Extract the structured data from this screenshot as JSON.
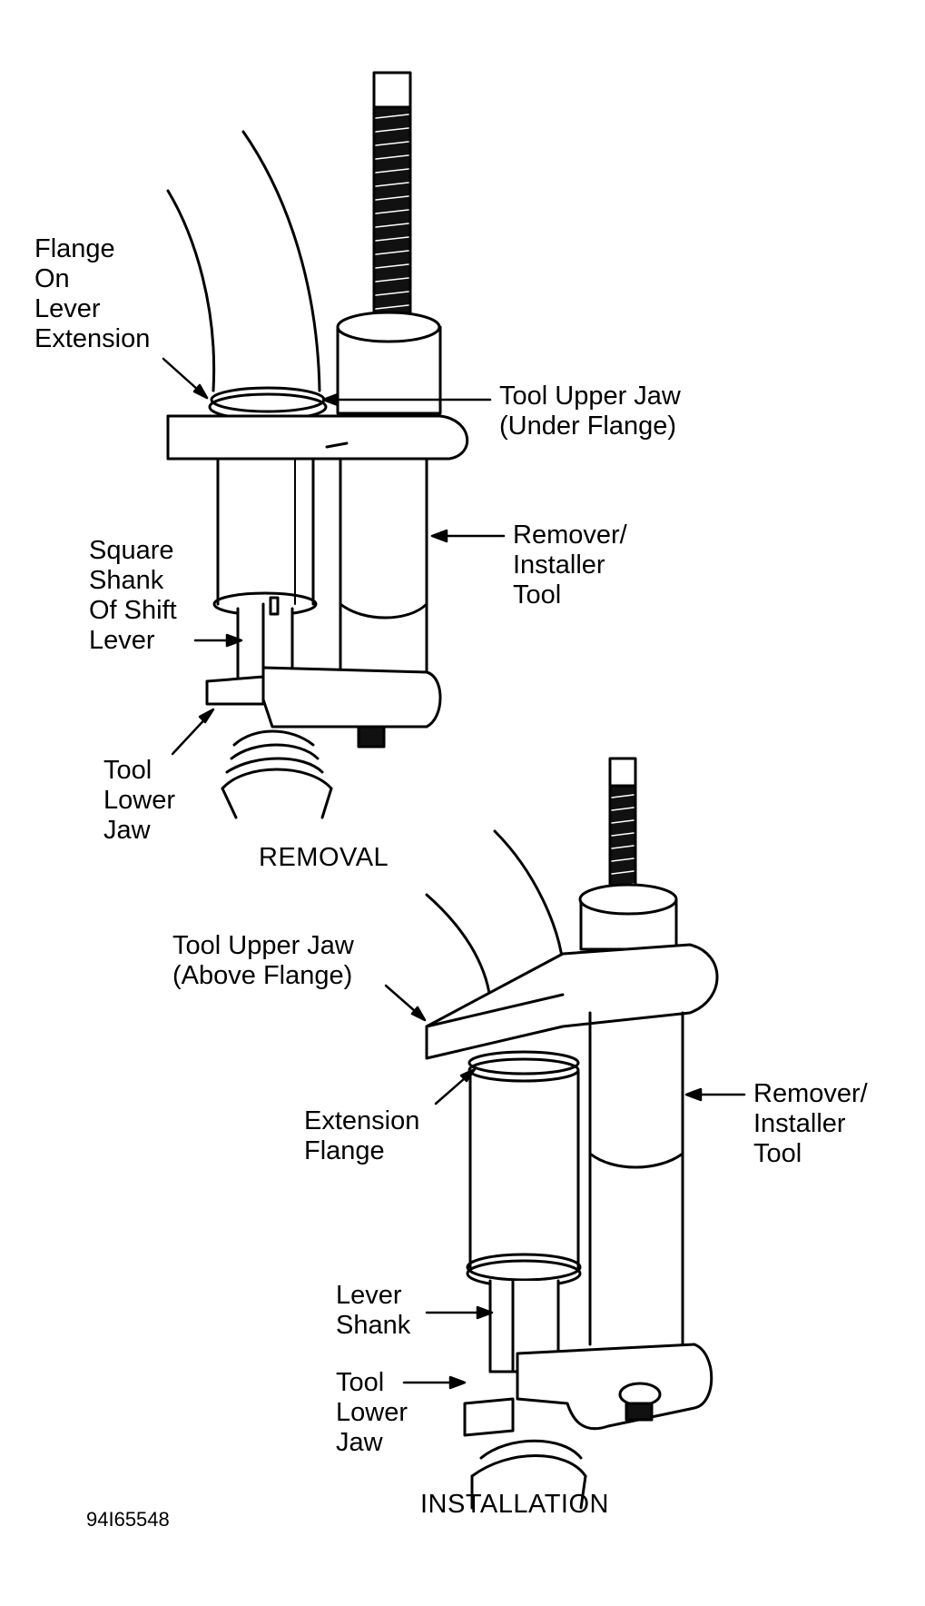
{
  "figure_id": "94I65548",
  "removal": {
    "caption": "REMOVAL",
    "labels": {
      "flange": "Flange\nOn\nLever\nExtension",
      "upper_jaw": "Tool Upper Jaw\n(Under Flange)",
      "remover_tool": "Remover/\nInstaller\nTool",
      "square_shank": "Square\nShank\nOf Shift\nLever",
      "lower_jaw": "Tool\nLower\nJaw"
    }
  },
  "installation": {
    "caption": "INSTALLATION",
    "labels": {
      "upper_jaw": "Tool Upper Jaw\n(Above Flange)",
      "extension_flange": "Extension\nFlange",
      "remover_tool": "Remover/\nInstaller\nTool",
      "lever_shank": "Lever\nShank",
      "lower_jaw": "Tool\nLower\nJaw"
    }
  }
}
